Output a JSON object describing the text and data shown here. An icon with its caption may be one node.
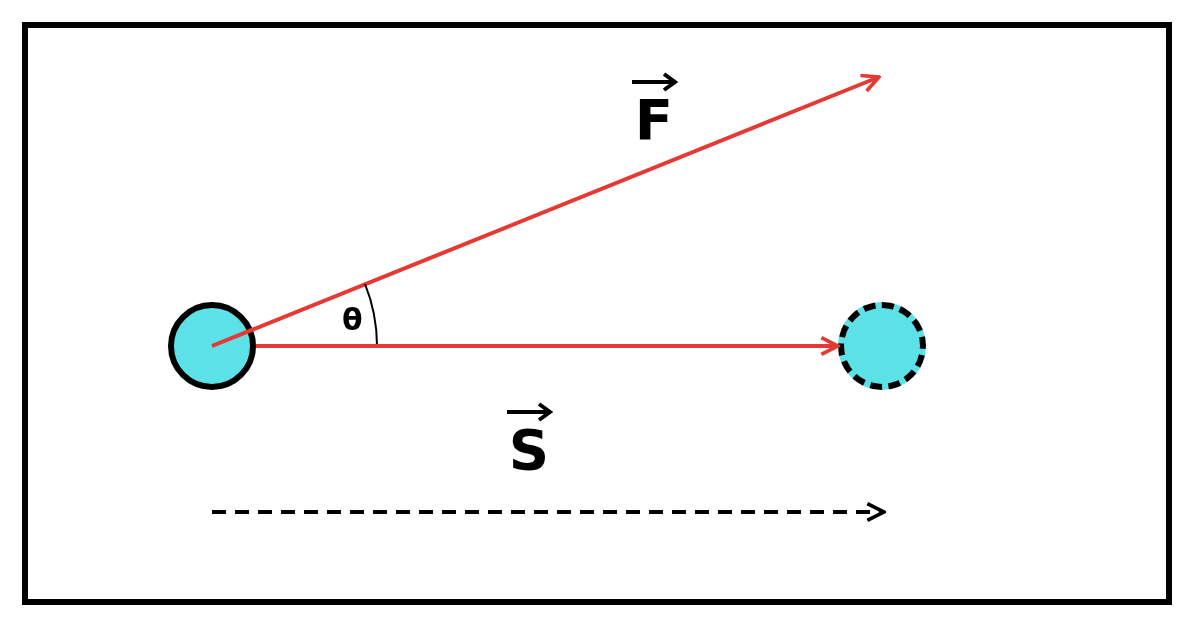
{
  "diagram": {
    "nodes": [
      {
        "text": [],
        "shape": "circle"
      },
      {
        "text": [],
        "shape": "circle"
      }
    ],
    "edges": [
      {
        "from": 0,
        "to": 1,
        "arrow": "to",
        "color": "#e53935"
      }
    ],
    "labels": [
      "F",
      "θ",
      "S"
    ]
  }
}
